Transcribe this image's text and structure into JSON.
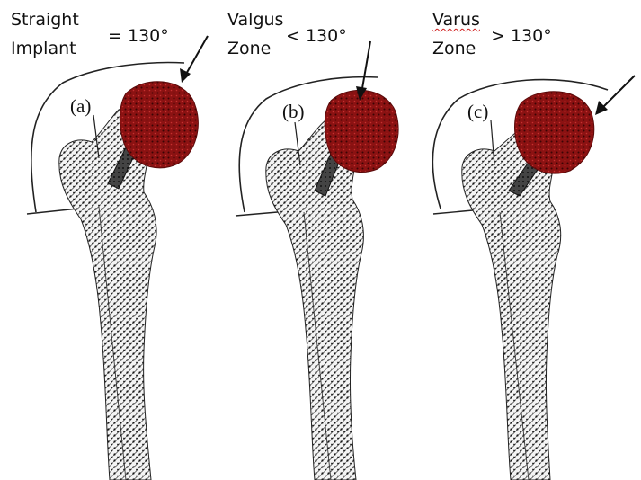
{
  "panels": [
    {
      "id": "a",
      "sub_label": "(a)",
      "title_line1": "Straight",
      "title_line2": "Implant",
      "angle_text": "= 130°"
    },
    {
      "id": "b",
      "sub_label": "(b)",
      "title_line1": "Valgus",
      "title_line2": "Zone",
      "angle_text": "< 130°"
    },
    {
      "id": "c",
      "sub_label": "(c)",
      "title_line1": "Varus",
      "title_line2": "Zone",
      "angle_text": "> 130°"
    }
  ],
  "colors": {
    "femoral_head": "#8b1212",
    "femoral_head_dark": "#3a0505",
    "bone_mesh": "#151515",
    "bone_fill": "#f4f4f4",
    "outline": "#222222",
    "spellcheck_underline": "#d02020"
  }
}
